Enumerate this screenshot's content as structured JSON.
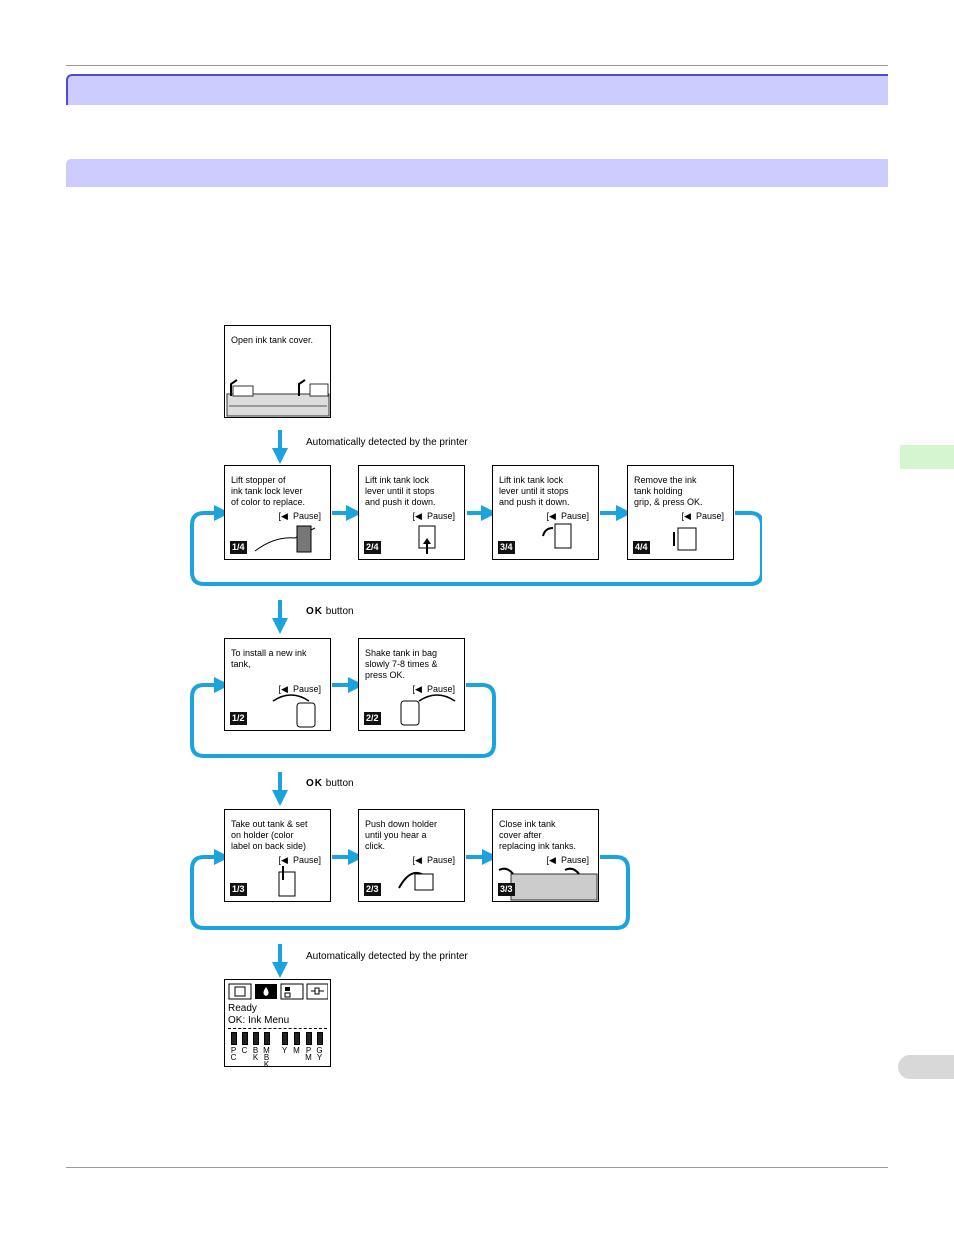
{
  "page": {
    "header_bar_text": "",
    "subheader_bar_text": ""
  },
  "colors": {
    "accent_blue": "#1aa3dd",
    "header_fill": "#ccccff",
    "header_border": "#4d4dcc",
    "side_tab_green": "#d5f5d0"
  },
  "diagram": {
    "start": {
      "text": "Open ink tank cover."
    },
    "note_auto_1": "Automatically detected by the printer",
    "group1": [
      {
        "text": "Lift stopper of\nink tank lock lever\nof color to replace.",
        "pause": "[◀  Pause]",
        "step": "1/4"
      },
      {
        "text": "Lift ink tank lock\nlever until it stops\nand push it down.",
        "pause": "[◀  Pause]",
        "step": "2/4"
      },
      {
        "text": "Lift ink tank lock\nlever until it stops\nand push it down.",
        "pause": "[◀  Pause]",
        "step": "3/4"
      },
      {
        "text": "Remove the ink\ntank holding\ngrip, & press OK.",
        "pause": "[◀  Pause]",
        "step": "4/4"
      }
    ],
    "ok_key": "OK",
    "ok_button_label": "button",
    "group2": [
      {
        "text": "To install a new ink\ntank,",
        "pause": "[◀  Pause]",
        "step": "1/2"
      },
      {
        "text": "Shake tank in bag\nslowly 7-8 times &\npress OK.",
        "pause": "[◀  Pause]",
        "step": "2/2"
      }
    ],
    "group3": [
      {
        "text": "Take out tank & set\non holder (color\nlabel on back side)",
        "pause": "[◀  Pause]",
        "step": "1/3"
      },
      {
        "text": "Push down holder\nuntil you hear a\nclick.",
        "pause": "[◀  Pause]",
        "step": "2/3"
      },
      {
        "text": "Close ink tank\ncover after\nreplacing ink tanks.",
        "pause": "[◀  Pause]",
        "step": "3/3"
      }
    ],
    "note_auto_2": "Automatically detected by the printer",
    "final_screen": {
      "status": "Ready",
      "menu": "OK: Ink Menu",
      "tab_icons": [
        "paper-icon",
        "ink-drop-icon",
        "job-icon",
        "settings-icon"
      ],
      "inks": [
        "PC",
        "C",
        "BK",
        "MBK",
        "Y",
        "M",
        "PM",
        "GY"
      ]
    }
  }
}
